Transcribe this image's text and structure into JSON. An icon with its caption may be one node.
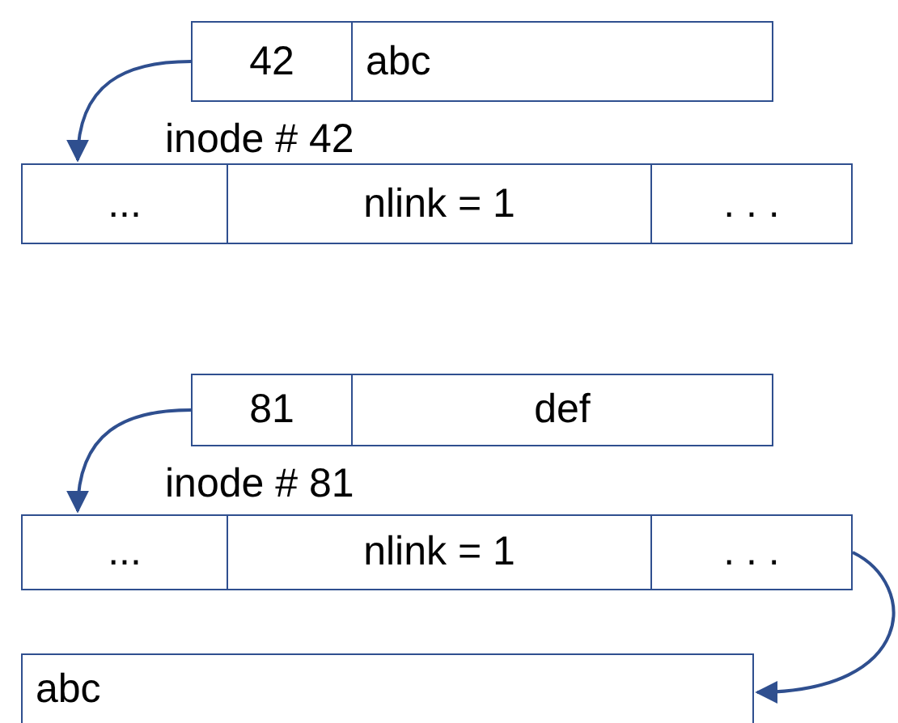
{
  "diagram": {
    "nodes": [
      {
        "text": [
          "42"
        ]
      },
      {
        "text": [
          "abc"
        ]
      },
      {
        "text": [
          "..."
        ]
      },
      {
        "text": [
          "nlink = 1"
        ]
      },
      {
        "text": [
          ". . ."
        ]
      },
      {
        "text": [
          "81"
        ]
      },
      {
        "text": [
          "def"
        ]
      },
      {
        "text": [
          "..."
        ]
      },
      {
        "text": [
          "nlink = 1"
        ]
      },
      {
        "text": [
          ". . ."
        ]
      },
      {
        "text": [
          "abc"
        ]
      }
    ],
    "edges": [
      {
        "from": 0,
        "to": 2,
        "arrow": "to"
      },
      {
        "from": 5,
        "to": 7,
        "arrow": "to"
      },
      {
        "from": 9,
        "to": 10,
        "arrow": "to"
      }
    ],
    "labels": [
      "inode # 42",
      "inode # 81"
    ]
  }
}
